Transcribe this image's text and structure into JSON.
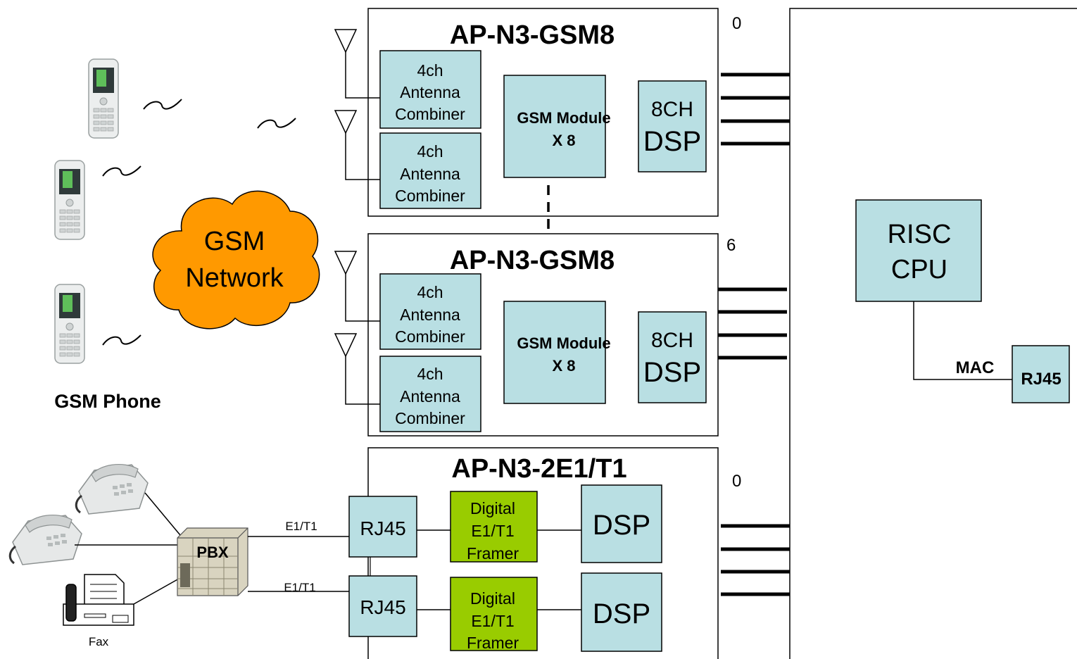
{
  "gsm_board_1": {
    "title": "AP-N3-GSM8",
    "slot": "0",
    "combiner_a": [
      "4ch",
      "Antenna",
      "Combiner"
    ],
    "combiner_b": [
      "4ch",
      "Antenna",
      "Combiner"
    ],
    "module": [
      "GSM Module",
      "X 8"
    ],
    "dsp": [
      "8CH",
      "DSP"
    ]
  },
  "gsm_board_2": {
    "title": "AP-N3-GSM8",
    "slot": "6",
    "combiner_a": [
      "4ch",
      "Antenna",
      "Combiner"
    ],
    "combiner_b": [
      "4ch",
      "Antenna",
      "Combiner"
    ],
    "module": [
      "GSM Module",
      "X 8"
    ],
    "dsp": [
      "8CH",
      "DSP"
    ]
  },
  "e1_board": {
    "title": "AP-N3-2E1/T1",
    "slot": "0",
    "port_1": "RJ45",
    "port_2": "RJ45",
    "framer_1": [
      "Digital",
      "E1/T1",
      "Framer"
    ],
    "framer_2": [
      "Digital",
      "E1/T1",
      "Framer"
    ],
    "dsp_1": "DSP",
    "dsp_2": "DSP"
  },
  "cpu": {
    "label": [
      "RISC",
      "CPU"
    ],
    "mac_label": "MAC",
    "rj45": "RJ45"
  },
  "network": {
    "label": [
      "GSM",
      "Network"
    ]
  },
  "left": {
    "gsm_phone_label": "GSM Phone",
    "pbx_label": "PBX",
    "fax_label": "Fax",
    "link_label_1": "E1/T1",
    "link_label_2": "E1/T1"
  },
  "colors": {
    "box_fill": "#b9dfe3",
    "framer_fill": "#99cc00",
    "cloud_fill": "#ff9900"
  }
}
